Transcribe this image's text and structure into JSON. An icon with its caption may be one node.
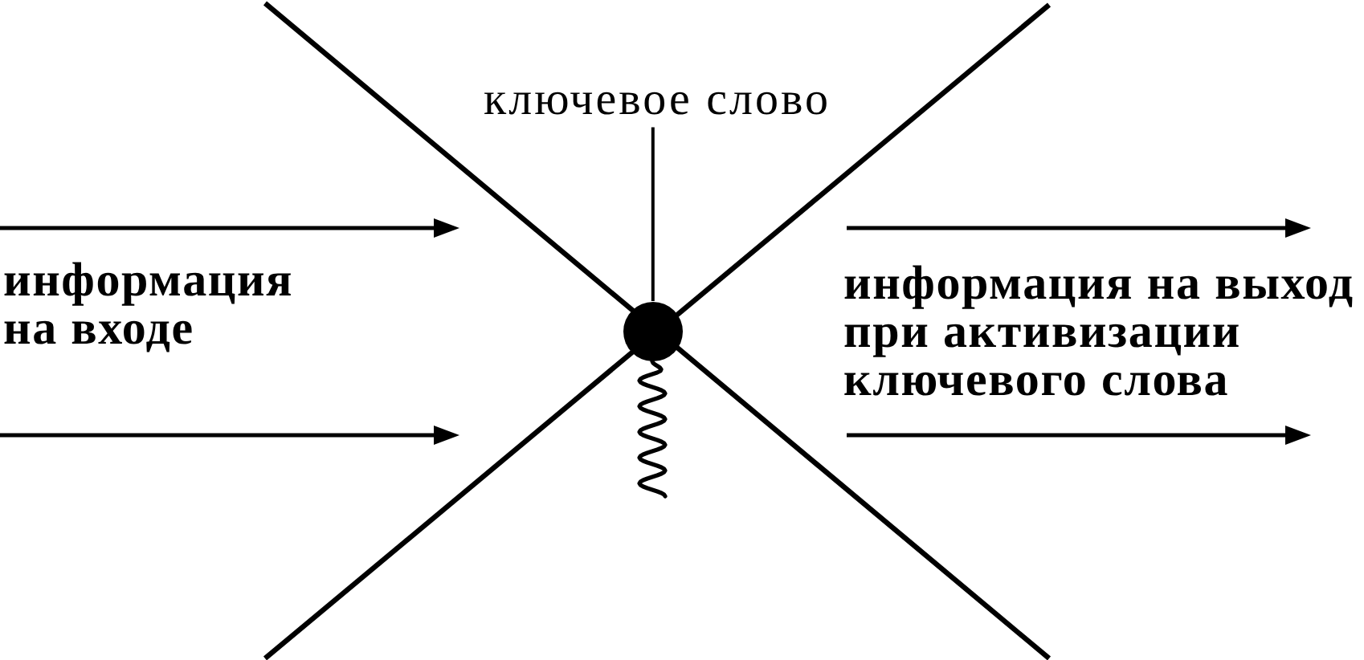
{
  "diagram": {
    "nodes": [
      {
        "text": [
          "ключевое слово"
        ]
      },
      {
        "text": [],
        "shape": "circle"
      }
    ],
    "edges": [
      {
        "from": 0,
        "to": 1,
        "arrow": "none"
      }
    ],
    "labels": [
      "информация на входе",
      "информация на выход при активизации ключевого слова"
    ]
  }
}
